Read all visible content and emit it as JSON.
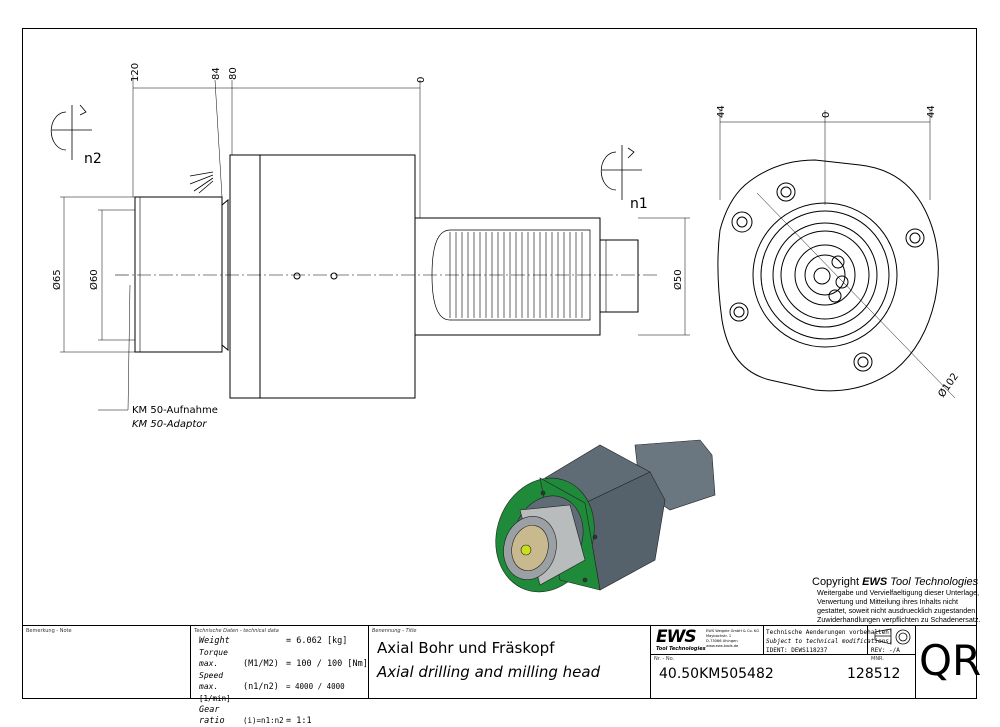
{
  "drawing": {
    "dimensions": {
      "top": [
        "120",
        "84",
        "80",
        "0"
      ],
      "diameters_side": [
        "Ø65",
        "Ø60",
        "Ø50"
      ],
      "front_top": [
        "44",
        "0",
        "44"
      ],
      "front_diameter": "Ø102"
    },
    "rotation_labels": [
      "n2",
      "n1"
    ],
    "callout": {
      "de": "KM 50-Aufnahme",
      "en": "KM 50-Adaptor"
    },
    "colors": {
      "body": "#5f6b75",
      "flange": "#1e8a3a",
      "adaptor": "#b9bcbd"
    }
  },
  "copyright": {
    "prefix": "Copyright ",
    "brand": "EWS",
    "suffix": " Tool Technologies",
    "lines": [
      "Weitergabe und Vervielfaeltigung dieser Unterlage,",
      "Verwertung und Mitteilung ihres Inhalts nicht",
      "gestattet, soweit nicht ausdruecklich zugestanden.",
      "Zuwiderhandlungen verpflichten zu Schadenersatz."
    ]
  },
  "title_block": {
    "note_label": "Bemerkung - Note",
    "tech_label": "Technische Daten - technical data",
    "tech_rows": [
      {
        "name": "Weight",
        "param": "",
        "value": "=  6.062 [kg]"
      },
      {
        "name": "Torque max.",
        "param": "(M1/M2)",
        "value": "=  100 / 100 [Nm]"
      },
      {
        "name": "Speed max.",
        "param": "(n1/n2)",
        "value": "=  4000 / 4000 [1/min]"
      },
      {
        "name": "Gear ratio",
        "param": "(i)=n1:n2",
        "value": "=  1:1"
      }
    ],
    "title_label": "Benennung - Title",
    "title_de": "Axial Bohr und Fräskopf",
    "title_en": "Axial drilling and milling head",
    "logo_main": "EWS",
    "logo_sub": "Tool Technologies",
    "address": [
      "EWS Weigele GmbH & Co. KG",
      "Maybachstr. 1",
      "D-73066 Uhingen",
      "www.ews-tools.de"
    ],
    "changes_de": "Technische Aenderungen vorbehalten!",
    "changes_en": "Subject to technical modifications!",
    "ident": "IDENT:  DEWS118237",
    "rev": "REV:  -/A",
    "nr_label": "Nr. - No.",
    "number": "40.50KM505482",
    "mnr_label": "MNR.",
    "mnr": "128512",
    "qr": "QR"
  }
}
